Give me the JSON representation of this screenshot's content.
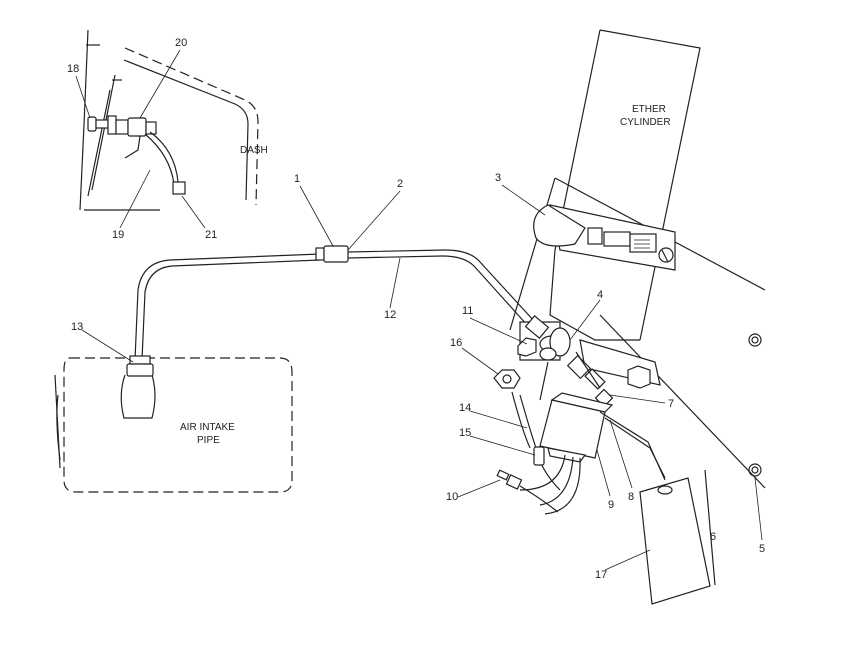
{
  "labels": {
    "dash": "DASH",
    "ether_line1": "ETHER",
    "ether_line2": "CYLINDER",
    "air_line1": "AIR INTAKE",
    "air_line2": "PIPE"
  },
  "callouts": [
    "1",
    "2",
    "3",
    "4",
    "5",
    "6",
    "7",
    "8",
    "9",
    "10",
    "11",
    "12",
    "13",
    "14",
    "15",
    "16",
    "17",
    "18",
    "19",
    "20",
    "21"
  ],
  "colors": {
    "ink": "#222222",
    "background": "#ffffff"
  }
}
